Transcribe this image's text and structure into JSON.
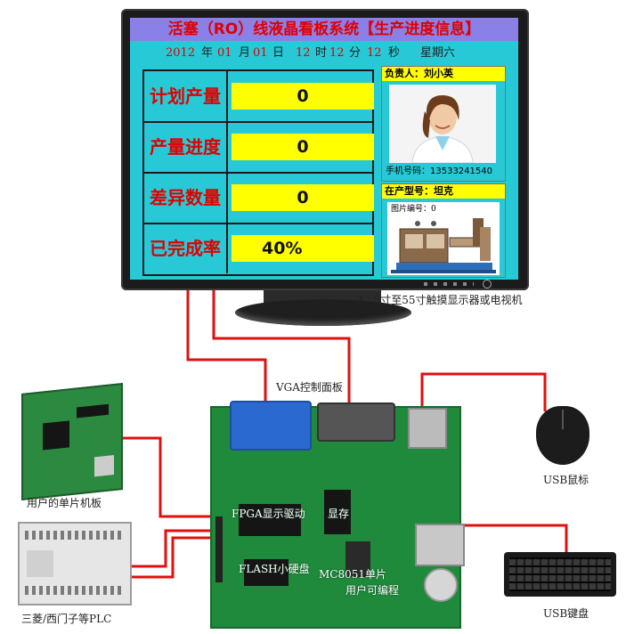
{
  "screen": {
    "title": "活塞（RO）线液晶看板系统【生产进度信息】",
    "date": {
      "year": "2012",
      "year_unit": "年",
      "month": "01",
      "month_unit": "月",
      "day": "01",
      "day_unit": "日",
      "hour": "12",
      "hour_unit": "时",
      "minute": "12",
      "minute_unit": "分",
      "second": "12",
      "second_unit": "秒",
      "weekday": "星期六"
    },
    "metrics": [
      {
        "label": "计划产量",
        "value": "0"
      },
      {
        "label": "产量进度",
        "value": "0"
      },
      {
        "label": "差异数量",
        "value": "0"
      },
      {
        "label": "已完成率",
        "value": "40%"
      }
    ],
    "person": {
      "header": "负责人：刘小英",
      "phone": "手机号码：13533241540"
    },
    "product": {
      "header": "在产型号：坦克",
      "image_number": "图片编号：0"
    }
  },
  "monitor_caption": "3、5寸至55寸触摸显示器或电视机",
  "board": {
    "vga_label": "VGA控制面板",
    "fpga_label": "FPGA显示驱动",
    "memory_label": "显存",
    "flash_label": "FLASH小硬盘",
    "mcu_label_line1": "MC8051单片",
    "mcu_label_line2": "用户可编程"
  },
  "peripherals": {
    "mcu_board": "用户的单片机板",
    "plc": "三菱/西门子等PLC",
    "mouse": "USB鼠标",
    "keyboard": "USB键盘"
  },
  "colors": {
    "screen_bg": "#27c9d6",
    "title_bg": "#8a80e8",
    "title_text": "#e00000",
    "value_bg": "#ffff00",
    "wire": "#e01010",
    "board": "#1f8a3c"
  }
}
